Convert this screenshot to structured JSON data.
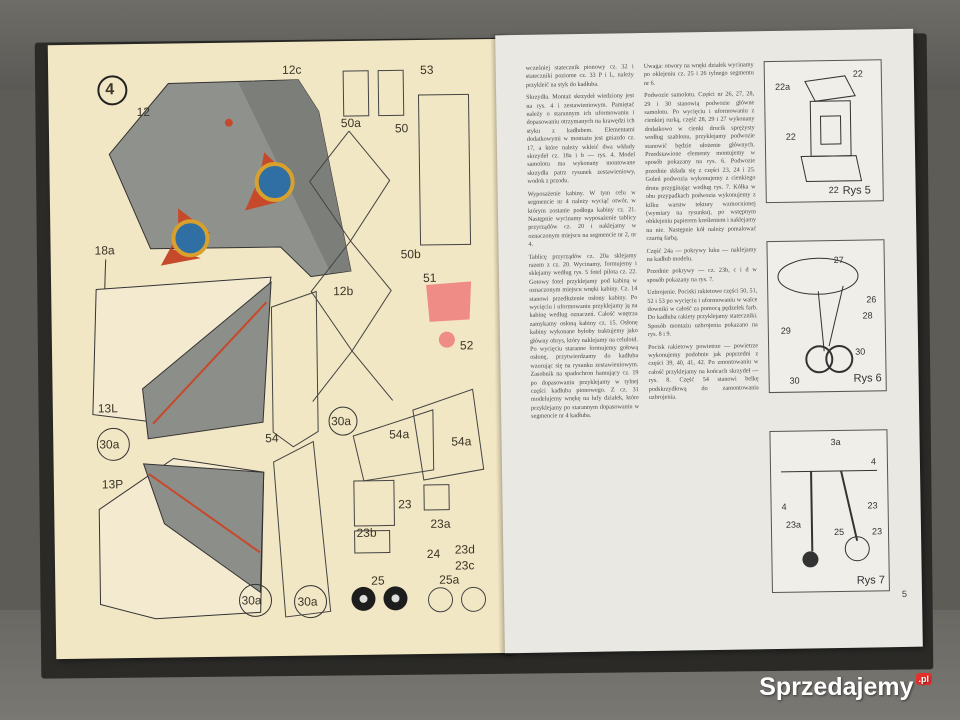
{
  "left_page": {
    "sheet_number": "4",
    "part_labels": [
      "12c",
      "53",
      "12",
      "50a",
      "50",
      "18a",
      "50b",
      "51",
      "12b",
      "52",
      "13L",
      "30a",
      "54",
      "54a",
      "54a",
      "30a",
      "13P",
      "23",
      "23a",
      "23b",
      "24",
      "23c",
      "23d",
      "25",
      "25a",
      "30a",
      "30a"
    ]
  },
  "right_page": {
    "page_number": "5",
    "col1": [
      "wcześniej statecznik pionowy cz. 32 i stateczniki poziome cz. 33 P i L, należy przykleić na styk do kadłuba.",
      "Skrzydła. Montaż skrzydeł wiedziony jest na rys. 4 i zestawieniowym. Pamiętać należy o starannym ich uformowaniu i dopasowaniu otrzymanych na krawędzi ich styku z kadłubem. Elementami dodatkowymi w montażu jest gniazdo cz. 17, a które należy wkleić dwa wkłady skrzydeł cz. 18a i b — rys. 4. Model samolotu ma wykonany montowane skrzydła patrz rysunek zestawieniowy, wodok z przodu.",
      "Wyposażenie kabiny. W tym celu w segmencie nr 4 należy wyciąć otwór, w którym zostanie podłoga kabiny cz. 21. Następnie wycinamy wyposażenie tablicy przyrządów cz. 20 i naklejamy w oznaczonym miejscu na segmencie nr 2, nr 4.",
      "Tablicę przyrządów cz. 20a sklejamy razem z cz. 20. Wycinamy, formujemy i sklejamy według rys. 5 fotel pilota cz. 22. Gotowy fotel przyklejamy pod kabiną w oznaczonym miejscu wnęki kabiny. Cz. 14 stanowi przedłużenie osłony kabiny. Po wycięciu i uformowaniu przyklejamy ją na kabinę według oznaczeń. Całość wnętrza zamykamy osłoną kabiny cz. 15. Osłonę kabiny wykonane byłoby traktujemy jako główny obrys, który naklejamy na celuloid. Po wycięciu staranne formujemy gołową osłonę, przytwierdzamy do kadłuba wzorując się na rysunku zestawieniowym. Zasobnik na spadochron hamujący cz. 19 po dopasowaniu przyklejamy w tylnej części kadłuba pionowego. Z cz. 31 modelujemy wnękę na lufy działek, które przyklejamy po starannym dopasowaniu w segmencie nr 4 kadłuba."
    ],
    "col2": [
      "Uwaga: otwory na wnęki działek wycinamy po oklejeniu cz. 25 i 26 tylnego segmentu nr 6.",
      "Podwozie samolotu. Części nr 26, 27, 28, 29 i 30 stanowią podwozie główne samolotu. Po wycięciu i uformowaniu z cienkiej rurką, część 28, 29 i 27 wykonany dodatkowo w cienki drucik sprężysty według szablonu, przyklejamy podwozie stanowić będzie ułożenie głównych. Przedstawione elementy montujemy w sposób pokazany na rys. 6. Podwozie przednie składa się z części 23, 24 i 25. Goleń podwozia wykonujemy z cienkiego drutu przyginając według rys. 7. Kółka w obu przypadkach podwozia wykonujemy z kilku warstw tektury wzmocnionej (wymiary na rysunku), po wstępnym obklejeniu papierem kreśleniem i naklejamy na nie. Następnie kół należy pomalować czarną farbą.",
      "Część 24a — pokrywy luku — naklejamy na kadłub modelu.",
      "Przednie pokrywy — cz. 23b, c i d w sposób pokazany na rys. 7.",
      "Uzbrojenie. Pociski rakietowe części 50, 51, 52 i 53 po wycięciu i uformowaniu w walce tłowniki w całość za pomocą pędzelek farb. Do kadłuba rakiety przyklejamy stateczniki. Sposób montażu uzbrojenia pokazano na rys. 8 i 9.",
      "Pocisk rakietowy powietrze — powietrze wykonujemy podobnie jak poprzedni z części 39, 40, 41, 42. Po zmontowaniu w całość przyklejamy na końcach skrzydeł — rys. 8. Część 54 stanowi belkę podskrzydłową do zamontowania uzbrojenia."
    ],
    "figures": [
      {
        "caption": "Rys 5",
        "labels": [
          "22a",
          "22",
          "22",
          "22"
        ]
      },
      {
        "caption": "Rys 6",
        "labels": [
          "27",
          "26",
          "28",
          "29",
          "30",
          "30"
        ]
      },
      {
        "caption": "Rys 7",
        "labels": [
          "3a",
          "4",
          "4",
          "23",
          "23a",
          "25",
          "23"
        ]
      }
    ]
  },
  "watermark": {
    "text": "Sprzedajemy",
    "badge": ".pl"
  }
}
